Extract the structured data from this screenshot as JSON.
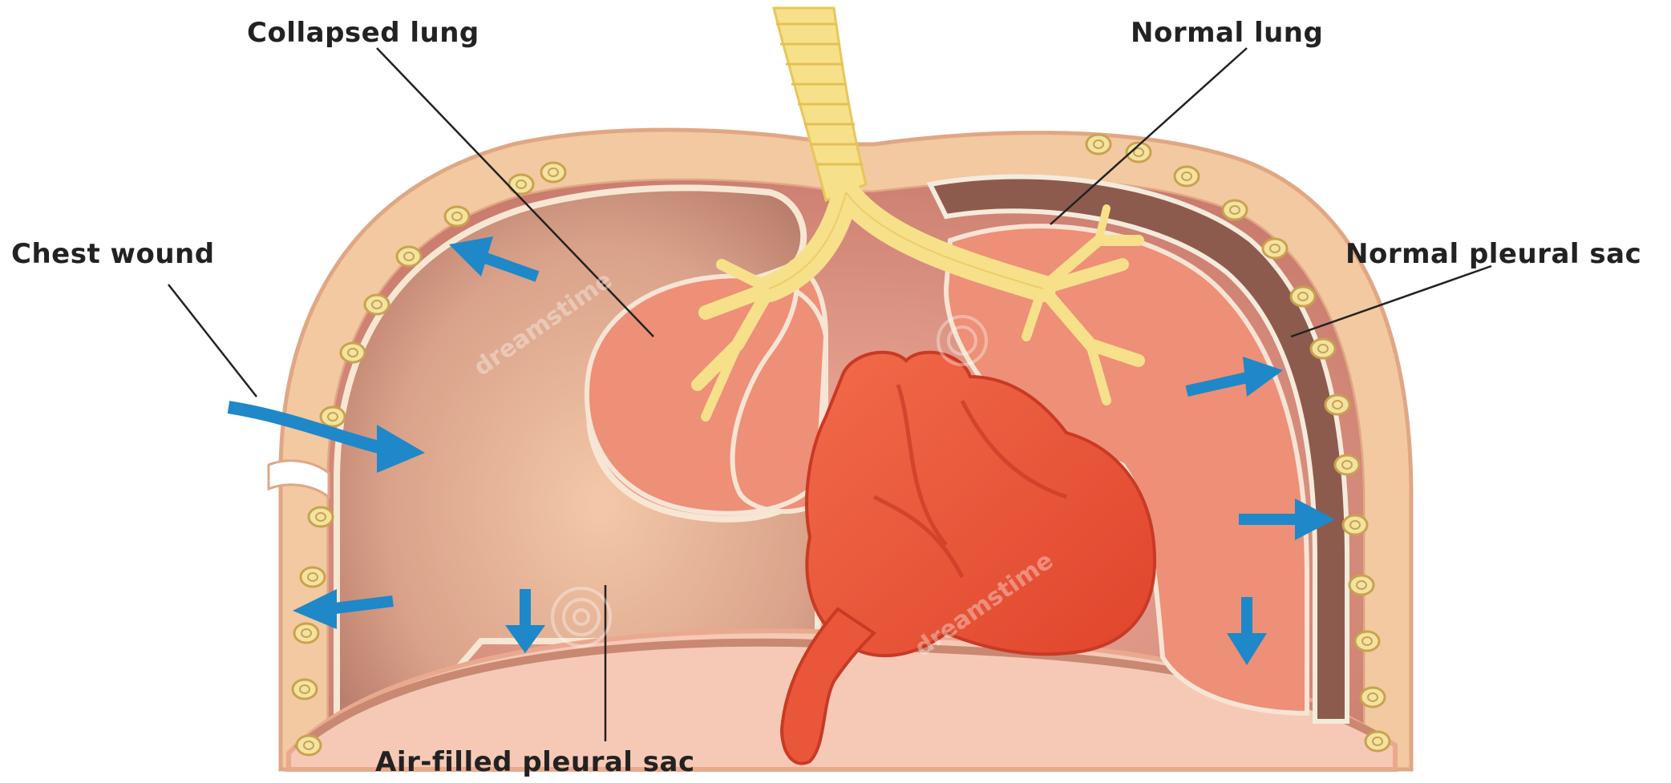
{
  "labels": {
    "collapsed_lung": "Collapsed lung",
    "normal_lung": "Normal lung",
    "chest_wound": "Chest wound",
    "normal_pleural_sac": "Normal pleural sac",
    "air_filled_pleural_sac": "Air-filled pleural sac"
  },
  "watermark": "dreamstime",
  "colors": {
    "chest_wall": "#f2c9a0",
    "wall_cells": "#f3e3a0",
    "air_sac": "#e2b295",
    "lung": "#ee8f78",
    "heart": "#ec5a3e",
    "airway": "#f7e08a",
    "arrow": "#1e88c8",
    "diaphragm": "#f6c9b6"
  }
}
